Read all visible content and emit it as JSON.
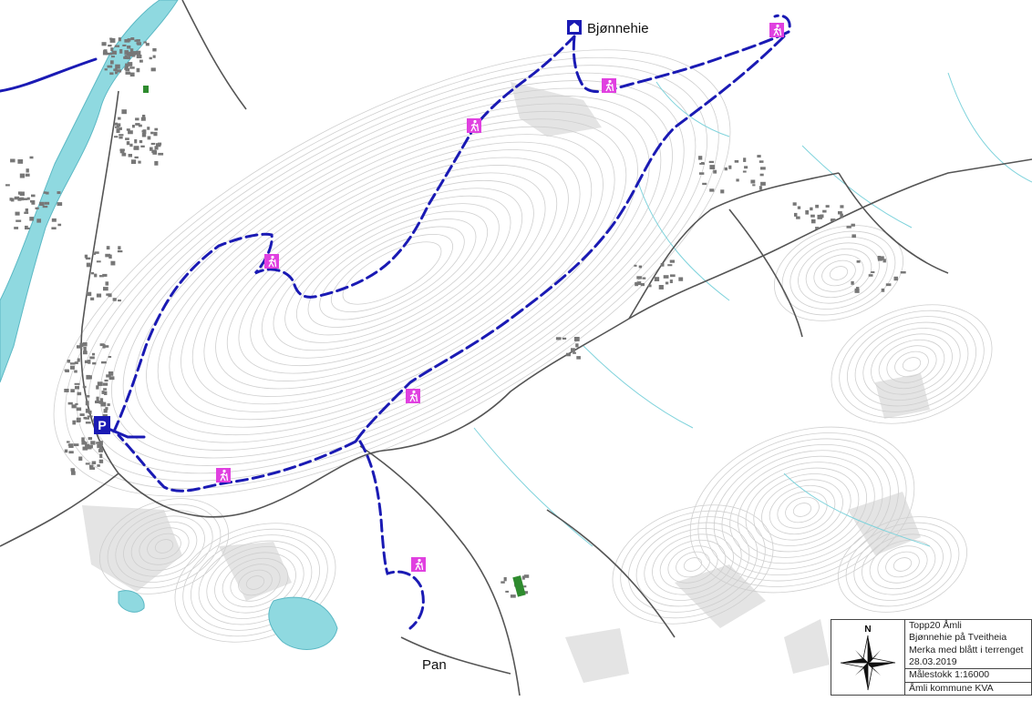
{
  "colors": {
    "trail": "#1a1ab4",
    "road": "#444444",
    "water": "#7fd3dc",
    "contour": "#c9c9c9",
    "hiker_marker": "#e040e0",
    "building": "#666666",
    "field": "#2e8b2e"
  },
  "map": {
    "place_labels": {
      "summit": "Bjønnehie",
      "village": "Pan"
    },
    "icons": {
      "summit": "cabin-icon",
      "parking": "parking-icon",
      "hiker": "hiker-icon",
      "compass": "compass-rose-icon"
    },
    "parking_letter": "P"
  },
  "legend": {
    "north": "N",
    "lines": [
      "Topp20 Åmli",
      "Bjønnehie på Tveitheia",
      "Merka med blått i terrenget",
      "28.03.2019",
      "Målestokk 1:16000",
      "Åmli kommune KVA"
    ]
  }
}
